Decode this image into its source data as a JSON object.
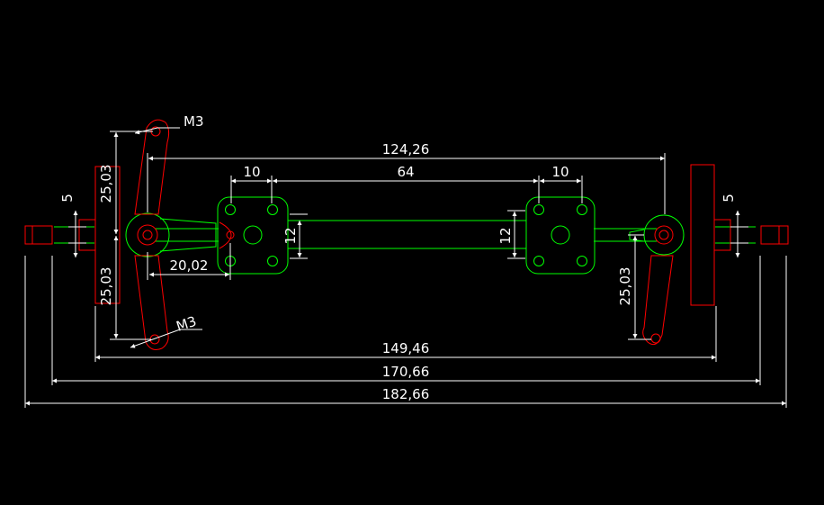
{
  "colors": {
    "background": "#000000",
    "outline_green": "#00ff00",
    "outline_red": "#ff0000",
    "dimension_white": "#ffffff"
  },
  "dimensions": {
    "d_124_26": "124,26",
    "d_10_left": "10",
    "d_64": "64",
    "d_10_right": "10",
    "d_12_left": "12",
    "d_12_right": "12",
    "d_5_left": "5",
    "d_5_right": "5",
    "d_25_03_upper_left": "25,03",
    "d_25_03_lower_left": "25,03",
    "d_25_03_right": "25,03",
    "d_20_02": "20,02",
    "d_m3_top": "M3",
    "d_m3_bottom": "M3",
    "d_149_46": "149,46",
    "d_170_66": "170,66",
    "d_182_66": "182,66"
  }
}
